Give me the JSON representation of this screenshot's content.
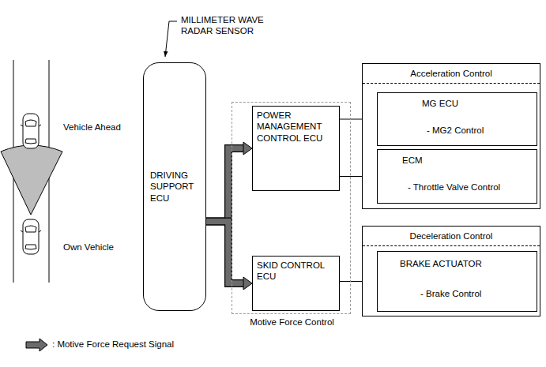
{
  "diagram": {
    "nodes": [
      {
        "text": [
          "DRIVING SUPPORT ECU"
        ]
      },
      {
        "text": [
          "Motive Force Control"
        ]
      },
      {
        "text": [
          "POWER MANAGEMENT CONTROL ECU"
        ],
        "in": 1
      },
      {
        "text": [
          "SKID CONTROL ECU"
        ],
        "in": 1
      },
      {
        "text": [
          "Acceleration Control"
        ]
      },
      {
        "text": [
          "MG ECU",
          "- MG2 Control"
        ],
        "in": 4
      },
      {
        "text": [
          "ECM",
          "- Throttle Valve Control"
        ],
        "in": 4
      },
      {
        "text": [
          "Deceleration Control"
        ]
      },
      {
        "text": [
          "BRAKE ACTUATOR",
          "- Brake Control"
        ],
        "in": 7
      }
    ],
    "edges": [
      {
        "from": 0,
        "to": 2,
        "arrow": "to"
      },
      {
        "from": 0,
        "to": 3,
        "arrow": "to"
      },
      {
        "from": 2,
        "to": 5,
        "arrow": "to"
      },
      {
        "from": 2,
        "to": 6,
        "arrow": "to"
      },
      {
        "from": 3,
        "to": 8,
        "arrow": "to"
      }
    ],
    "labels": [
      "MILLIMETER WAVE RADAR SENSOR",
      "Vehicle Ahead",
      "Own Vehicle"
    ],
    "legend": [
      {
        "text": ": Motive Force Request Signal"
      }
    ]
  }
}
